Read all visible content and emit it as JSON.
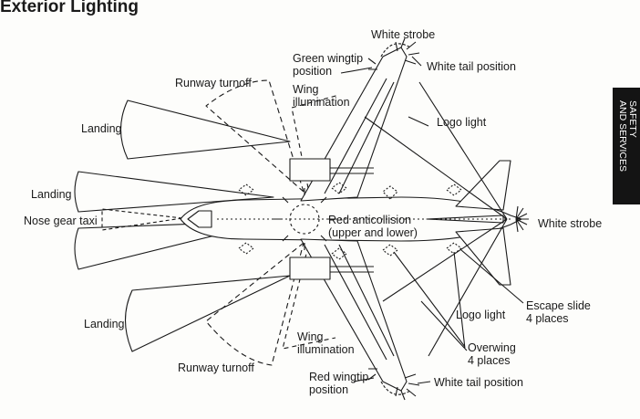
{
  "title": "Exterior Lighting",
  "section_tab": {
    "line1": "SAFETY",
    "line2": "AND SERVICES"
  },
  "labels": {
    "white_strobe_top": "White strobe",
    "green_wingtip_1": "Green wingtip",
    "green_wingtip_2": "position",
    "white_tail_top": "White tail position",
    "runway_turnoff_top": "Runway turnoff",
    "wing_illum_top_1": "Wing",
    "wing_illum_top_2": "illumination",
    "landing_top": "Landing",
    "logo_light_top": "Logo light",
    "landing_mid": "Landing",
    "nose_gear_taxi": "Nose gear taxi",
    "red_anticollision_1": "Red anticollision",
    "red_anticollision_2": "(upper and lower)",
    "white_strobe_tail": "White strobe",
    "escape_slide_1": "Escape slide",
    "escape_slide_2": "4 places",
    "logo_light_bottom": "Logo light",
    "landing_bottom": "Landing",
    "wing_illum_bottom_1": "Wing",
    "wing_illum_bottom_2": "illumination",
    "overwing_1": "Overwing",
    "overwing_2": "4 places",
    "runway_turnoff_bottom": "Runway turnoff",
    "red_wingtip_1": "Red wingtip",
    "red_wingtip_2": "position",
    "white_tail_bottom": "White tail position"
  }
}
